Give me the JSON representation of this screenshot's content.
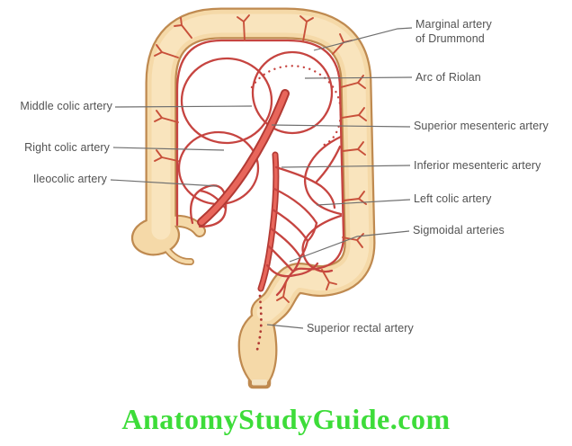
{
  "page": {
    "background": "#ffffff",
    "watermark": {
      "text": "AnatomyStudyGuide.com",
      "color": "#3ddc39"
    }
  },
  "diagram": {
    "subject": "Arterial supply of the colon (large intestine)",
    "labels": {
      "marginal_artery": "Marginal artery\nof Drummond",
      "arc_of_riolan": "Arc of Riolan",
      "middle_colic": "Middle colic artery",
      "right_colic": "Right colic artery",
      "ileocolic": "Ileocolic artery",
      "superior_mesenteric": "Superior mesenteric artery",
      "inferior_mesenteric": "Inferior mesenteric artery",
      "left_colic": "Left colic artery",
      "sigmoidal": "Sigmoidal arteries",
      "superior_rectal": "Superior rectal artery"
    },
    "colors": {
      "colon_fill": "#f5d9a8",
      "colon_fill_light": "#f9e4bd",
      "colon_outline": "#bf8a50",
      "colon_cut_fill": "#f3e3c3",
      "artery_stroke": "#c64440",
      "artery_dark": "#b23a34",
      "artery_light": "#e8665b",
      "twig": "#c8503a",
      "leader_line": "#6f6f6f",
      "label_text": "#525252",
      "watermark_green": "#3ddc39"
    }
  }
}
